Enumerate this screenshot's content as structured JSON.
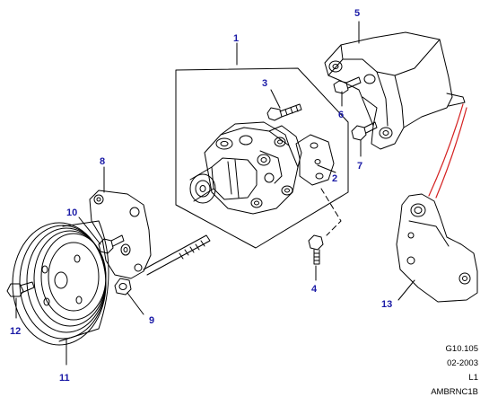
{
  "diagram": {
    "callouts": [
      {
        "id": "1",
        "label": "1"
      },
      {
        "id": "2",
        "label": "2"
      },
      {
        "id": "3",
        "label": "3"
      },
      {
        "id": "4",
        "label": "4"
      },
      {
        "id": "5",
        "label": "5"
      },
      {
        "id": "6",
        "label": "6"
      },
      {
        "id": "7",
        "label": "7"
      },
      {
        "id": "8",
        "label": "8"
      },
      {
        "id": "9",
        "label": "9"
      },
      {
        "id": "10",
        "label": "10"
      },
      {
        "id": "11",
        "label": "11"
      },
      {
        "id": "12",
        "label": "12"
      },
      {
        "id": "13",
        "label": "13"
      }
    ],
    "callout_color": "#1a1aa6",
    "line_color": "#000000",
    "belt_color": "#d42020"
  },
  "reference": {
    "code": "G10.105",
    "date": "02-2003",
    "level": "L1",
    "id": "AMBRNC1B"
  }
}
